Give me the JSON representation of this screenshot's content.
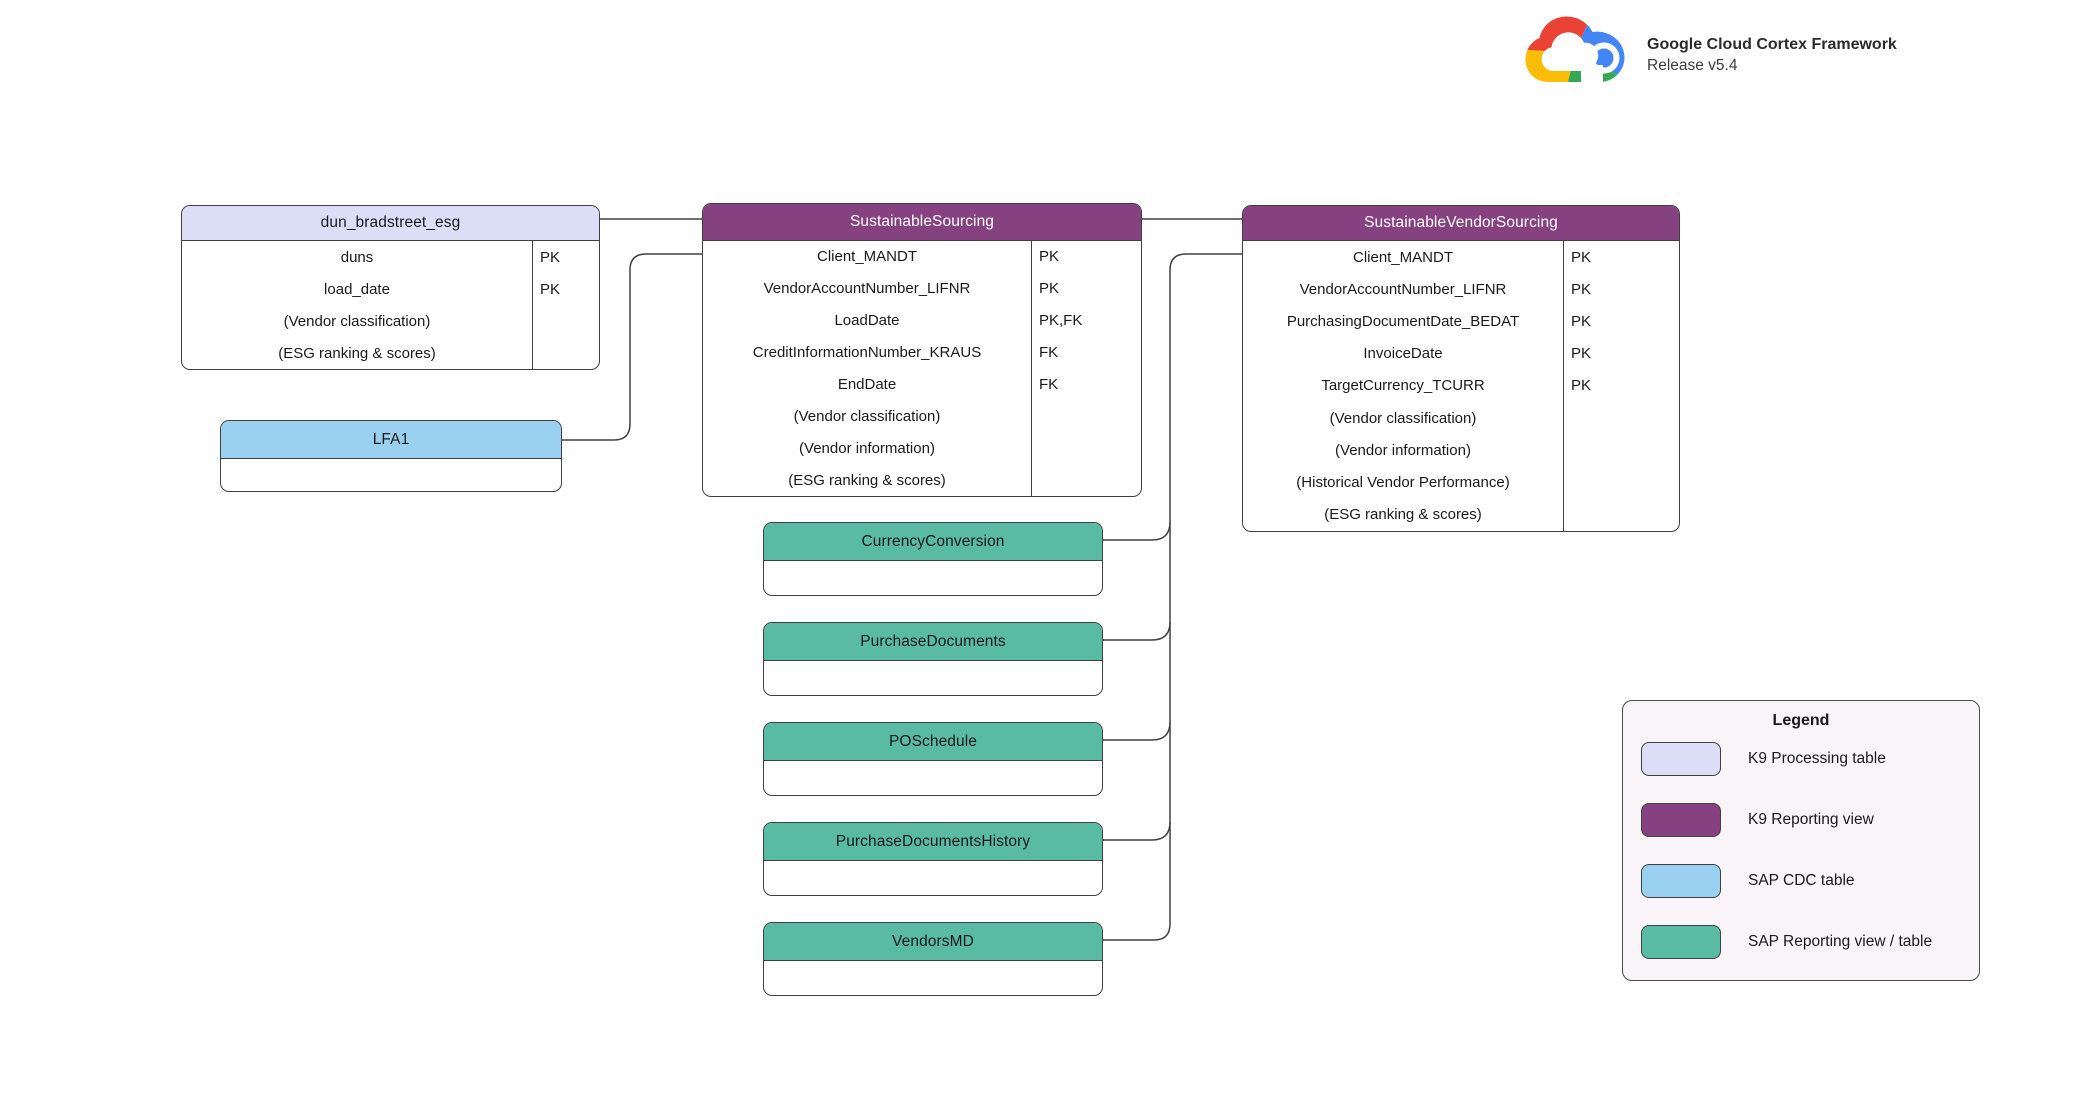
{
  "brand": {
    "title": "Google Cloud Cortex Framework",
    "subtitle": "Release v5.4"
  },
  "colors": {
    "k9_processing_table": "#dcddf6",
    "k9_reporting_view": "#854180",
    "sap_cdc_table": "#9ad1f0",
    "sap_reporting_view_table": "#5abba5",
    "legend_background": "#f8f4f7",
    "connector_line": "#404040",
    "google_red": "#EA4335",
    "google_yellow": "#FBBC05",
    "google_green": "#34A853",
    "google_blue": "#4285F4"
  },
  "tables": {
    "dun_bradstreet_esg": {
      "title": "dun_bradstreet_esg",
      "color": "k9_processing_table",
      "rows": [
        {
          "name": "duns",
          "key": "PK"
        },
        {
          "name": "load_date",
          "key": "PK"
        },
        {
          "name": "(Vendor classification)",
          "key": ""
        },
        {
          "name": "(ESG ranking & scores)",
          "key": ""
        }
      ]
    },
    "sustainable_sourcing": {
      "title": "SustainableSourcing",
      "color": "k9_reporting_view",
      "rows": [
        {
          "name": "Client_MANDT",
          "key": "PK"
        },
        {
          "name": "VendorAccountNumber_LIFNR",
          "key": "PK"
        },
        {
          "name": "LoadDate",
          "key": "PK,FK"
        },
        {
          "name": "CreditInformationNumber_KRAUS",
          "key": "FK"
        },
        {
          "name": "EndDate",
          "key": "FK"
        },
        {
          "name": "(Vendor classification)",
          "key": ""
        },
        {
          "name": "(Vendor information)",
          "key": ""
        },
        {
          "name": "(ESG ranking & scores)",
          "key": ""
        }
      ]
    },
    "sustainable_vendor_sourcing": {
      "title": "SustainableVendorSourcing",
      "color": "k9_reporting_view",
      "rows": [
        {
          "name": "Client_MANDT",
          "key": "PK"
        },
        {
          "name": "VendorAccountNumber_LIFNR",
          "key": "PK"
        },
        {
          "name": "PurchasingDocumentDate_BEDAT",
          "key": "PK"
        },
        {
          "name": "InvoiceDate",
          "key": "PK"
        },
        {
          "name": "TargetCurrency_TCURR",
          "key": "PK"
        },
        {
          "name": "(Vendor classification)",
          "key": ""
        },
        {
          "name": "(Vendor information)",
          "key": ""
        },
        {
          "name": "(Historical Vendor Performance)",
          "key": ""
        },
        {
          "name": "(ESG ranking & scores)",
          "key": ""
        }
      ]
    },
    "lfa1": {
      "title": "LFA1",
      "color": "sap_cdc_table"
    },
    "currency_conversion": {
      "title": "CurrencyConversion",
      "color": "sap_reporting_view_table"
    },
    "purchase_documents": {
      "title": "PurchaseDocuments",
      "color": "sap_reporting_view_table"
    },
    "po_schedule": {
      "title": "POSchedule",
      "color": "sap_reporting_view_table"
    },
    "purchase_documents_history": {
      "title": "PurchaseDocumentsHistory",
      "color": "sap_reporting_view_table"
    },
    "vendors_md": {
      "title": "VendorsMD",
      "color": "sap_reporting_view_table"
    }
  },
  "legend": {
    "title": "Legend",
    "items": [
      {
        "label": "K9 Processing table",
        "color": "k9_processing_table"
      },
      {
        "label": "K9 Reporting view",
        "color": "k9_reporting_view"
      },
      {
        "label": "SAP CDC table",
        "color": "sap_cdc_table"
      },
      {
        "label": "SAP Reporting view / table",
        "color": "sap_reporting_view_table"
      }
    ]
  }
}
